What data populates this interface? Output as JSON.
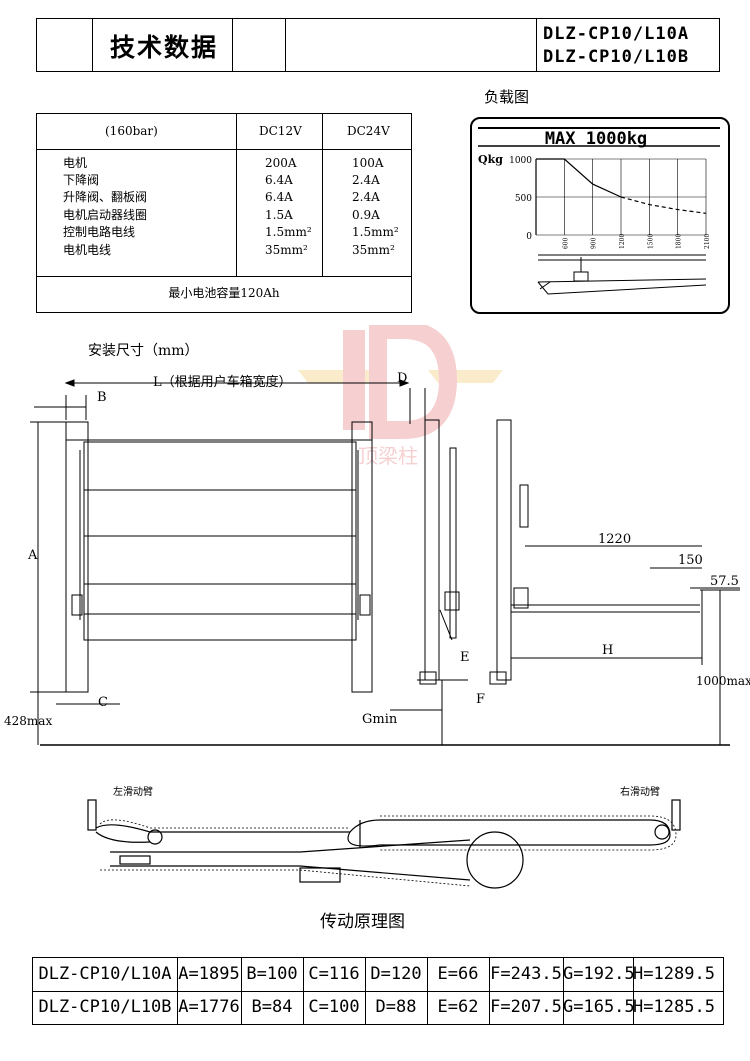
{
  "header": {
    "title": "技术数据",
    "model_a": "DLZ-CP10/L10A",
    "model_b": "DLZ-CP10/L10B"
  },
  "spec_table": {
    "pressure": "(160bar)",
    "col_12v": "DC12V",
    "col_24v": "DC24V",
    "rows": [
      {
        "name": "电机",
        "v12": "200A",
        "v24": "100A"
      },
      {
        "name": "下降阀",
        "v12": "6.4A",
        "v24": "2.4A"
      },
      {
        "name": "升降阀、翻板阀",
        "v12": "6.4A",
        "v24": "2.4A"
      },
      {
        "name": "电机启动器线圈",
        "v12": "1.5A",
        "v24": "0.9A"
      },
      {
        "name": "控制电路电线",
        "v12": "1.5mm²",
        "v24": "1.5mm²"
      },
      {
        "name": "电机电线",
        "v12": "35mm²",
        "v24": "35mm²"
      }
    ],
    "footer": "最小电池容量120Ah"
  },
  "load_graph": {
    "title": "负载图",
    "banner": "MAX 1000kg",
    "ylabel": "Qkg",
    "y_ticks": [
      "1000",
      "500",
      "0"
    ],
    "x_ticks": [
      "600",
      "900",
      "1200",
      "1500",
      "1800",
      "2100"
    ]
  },
  "chart_data": {
    "type": "line",
    "title": "MAX 1000kg",
    "xlabel": "",
    "ylabel": "Qkg",
    "ylim": [
      0,
      1000
    ],
    "xlim": [
      300,
      2100
    ],
    "series": [
      {
        "values_x": [
          300,
          600,
          900,
          1200,
          1500,
          1800,
          2100
        ],
        "values_y": [
          1000,
          1000,
          670,
          500,
          400,
          335,
          285
        ]
      }
    ]
  },
  "install": {
    "title": "安装尺寸（mm）",
    "L": "L（根据用户车箱宽度）",
    "B": "B",
    "A": "A",
    "C": "C",
    "D": "D",
    "E": "E",
    "F": "F",
    "G": "Gmin",
    "H": "H",
    "dim_428": "428max",
    "dim_1220": "1220",
    "dim_150": "150",
    "dim_575": "57.5",
    "dim_1000": "1000max",
    "watermark": "顶梁柱"
  },
  "transmission": {
    "title": "传动原理图",
    "left_arm": "左滑动臂",
    "right_arm": "右滑动臂"
  },
  "dims_table": [
    [
      "DLZ-CP10/L10A",
      "A=1895",
      "B=100",
      "C=116",
      "D=120",
      "E=66",
      "F=243.5",
      "G=192.5",
      "H=1289.5"
    ],
    [
      "DLZ-CP10/L10B",
      "A=1776",
      "B=84",
      "C=100",
      "D=88",
      "E=62",
      "F=207.5",
      "G=165.5",
      "H=1285.5"
    ]
  ]
}
